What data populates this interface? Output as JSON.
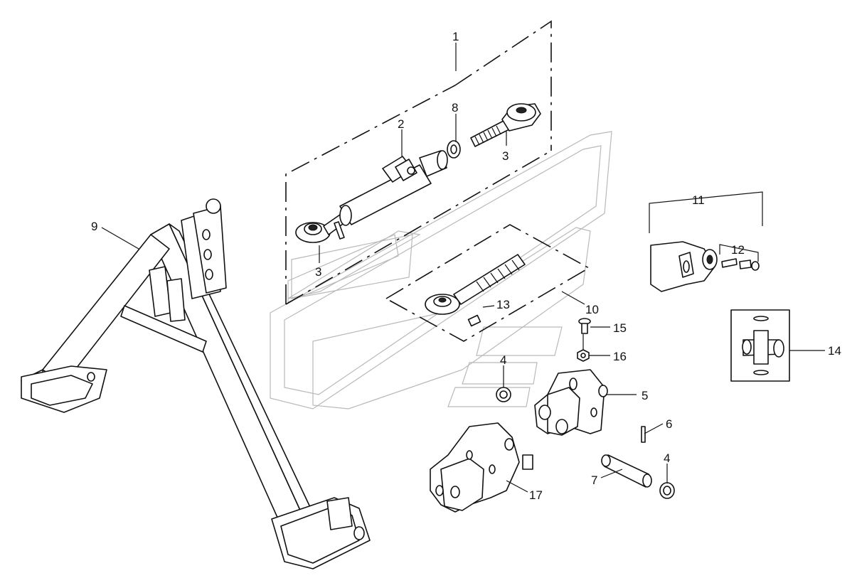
{
  "callouts": {
    "c1": "1",
    "c2": "2",
    "c3a": "3",
    "c3b": "3",
    "c4a": "4",
    "c4b": "4",
    "c5": "5",
    "c6": "6",
    "c7": "7",
    "c8": "8",
    "c9": "9",
    "c10": "10",
    "c11": "11",
    "c12": "12",
    "c13": "13",
    "c14": "14",
    "c15": "15",
    "c16": "16",
    "c17": "17"
  }
}
